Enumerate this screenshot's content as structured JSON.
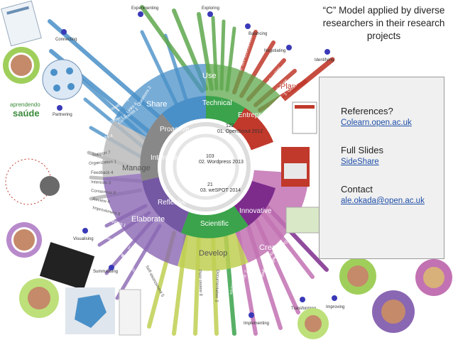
{
  "header": {
    "title": "“C” Model applied by diverse researchers in their research projects"
  },
  "panel": {
    "references": {
      "label": "References?",
      "link": "Colearn.open.ac.uk"
    },
    "slides": {
      "label": "Full Slides",
      "link": "SideShare"
    },
    "contact": {
      "label": "Contact",
      "link": "ale.okada@open.ac.uk"
    }
  },
  "sectors": {
    "use": "Use",
    "plan": "Plan",
    "technical": "Technical",
    "entrepreneur": "Entrepreneur",
    "share": "Share",
    "proactive": "Proactive",
    "manage": "Manage",
    "interactive": "Interactive",
    "reflexive": "Reflexive",
    "elaborate": "Elaborate",
    "scientific": "Scientific",
    "innovative": "Innovative",
    "develop": "Develop",
    "create": "Create"
  },
  "center": {
    "items": [
      {
        "num": "122",
        "name": "01. OpenScout 2012"
      },
      {
        "num": "103",
        "name": "02. Wordpress 2013"
      },
      {
        "num": "21",
        "name": "03. weSPOT 2014"
      }
    ]
  },
  "nodes": [
    "Experimenting",
    "Exploring",
    "Connecting",
    "Balancing",
    "Negotiating",
    "Identifying",
    "Partnering",
    "Visualising",
    "Summarising",
    "Implementing",
    "Transforming",
    "Improving"
  ],
  "rays": [
    "Questions 2",
    "Links 4",
    "Comments 1",
    "Annotations 5",
    "Open content 6",
    "Networks 4",
    "Support 7",
    "Organization 1",
    "Feedback 4",
    "Interests 3",
    "Consensus 8",
    "Review 4",
    "Improvement 8",
    "Mapping 1",
    "Interpretations 2",
    "Analysis 1",
    "Synthesis 4",
    "Systematization 3",
    "Self-assessment 5",
    "Peer-review 8",
    "Documentation 3",
    "1. Theories",
    "2. Best practices",
    "3. Methods",
    "4. Process",
    "5. Higher impact",
    "6. Derived research",
    "1. Goals",
    "2. Time",
    "3. Priorities",
    "4. Challenges",
    "5. Proposals",
    "6. Self-assessment"
  ],
  "logo": {
    "line1": "aprendendo",
    "line2": "saúde"
  },
  "colors": {
    "technical": "#5fa84e",
    "share": "#4a90c8",
    "manage": "#bbbbbb",
    "elaborate": "#8a67b3",
    "develop": "#c0cf52",
    "create": "#c272b3",
    "entrepreneur": "#c0392b",
    "scientific": "#3aa34b",
    "innovative": "#7d2c8c",
    "node": "#3a3ab8"
  }
}
